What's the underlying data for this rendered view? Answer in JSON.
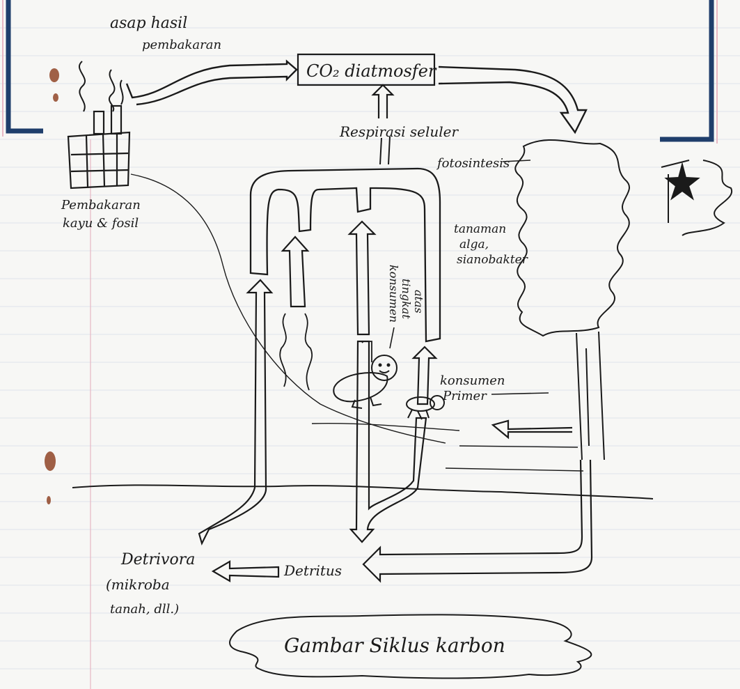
{
  "labels": {
    "smoke": [
      "asap hasil",
      "pembakaran"
    ],
    "co2": "CO₂ diatmosfer",
    "respiration": "Respirasi seluler",
    "photosynthesis": "fotosintesis",
    "producers": [
      "tanaman",
      "alga,",
      "sianobakter"
    ],
    "combustion": [
      "Pembakaran",
      "kayu & fosil"
    ],
    "consumer_high": [
      "konsumen",
      "tingkat",
      "atas"
    ],
    "consumer_primary": [
      "konsumen",
      "Primer"
    ],
    "detritus": "Detritus",
    "detritivore": [
      "Detrivora",
      "(mikroba",
      "tanah, dll.)"
    ],
    "caption": "Gambar Siklus karbon"
  },
  "colors": {
    "ink": "#1a1a1a",
    "paper": "#f7f7f5",
    "rule_line": "#dfe3ea",
    "margin_line": "#e7b7c3",
    "frame_blue": "#1f3e6b",
    "stain": "#8a3a1a"
  }
}
